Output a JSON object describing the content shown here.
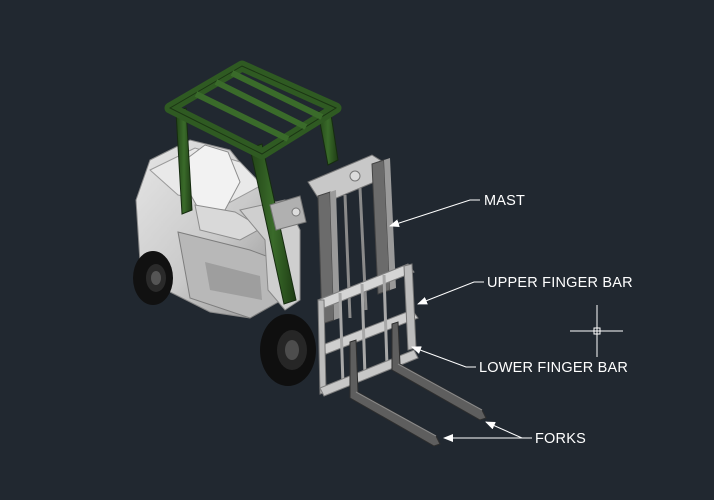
{
  "viewport": {
    "background": "#212830"
  },
  "colors": {
    "body": "#d4d4d4",
    "body_shade": "#a9a9a9",
    "body_dark": "#7d7d7d",
    "guard": "#2f5a22",
    "guard_dark": "#1b3514",
    "tire": "#111111",
    "metal": "#bdbdbd",
    "metal_dark": "#6b6b6b",
    "leader": "#ffffff"
  },
  "labels": {
    "mast": "MAST",
    "upper_finger_bar": "UPPER FINGER BAR",
    "lower_finger_bar": "LOWER FINGER BAR",
    "forks": "FORKS"
  },
  "icons": [
    "crosshair-cursor-icon"
  ]
}
